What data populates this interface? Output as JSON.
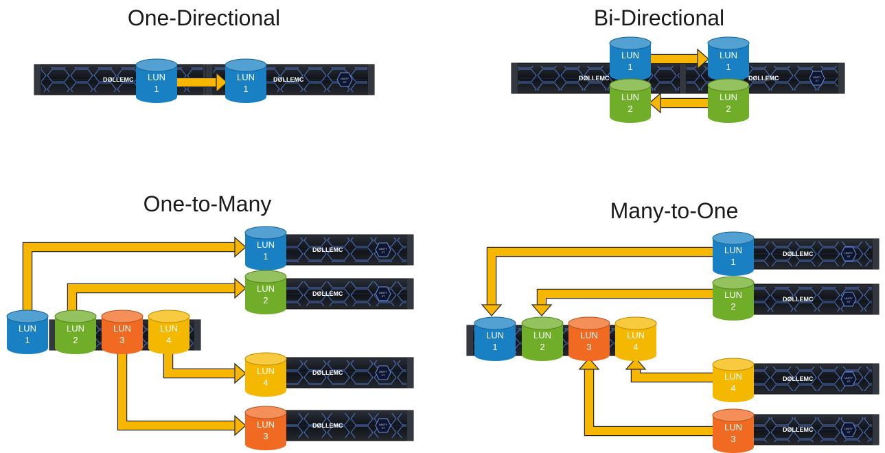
{
  "titles": {
    "one_directional": "One-Directional",
    "bi_directional": "Bi-Directional",
    "one_to_many": "One-to-Many",
    "many_to_one": "Many-to-One"
  },
  "lun_text": "LUN",
  "lun_numbers": {
    "n1": "1",
    "n2": "2",
    "n3": "3",
    "n4": "4"
  },
  "server": {
    "brand": "DØLLEMC",
    "badge_top": "UNITY",
    "badge_bottom": "XT"
  },
  "colors": {
    "lun1": "#1a80c4",
    "lun2": "#70ad29",
    "lun3": "#f06a21",
    "lun4": "#f5b800",
    "arrow": "#f7b600",
    "arrow_stroke": "#2a2a2a",
    "server_body": "#15171c",
    "server_accent": "#3f6fd0"
  }
}
